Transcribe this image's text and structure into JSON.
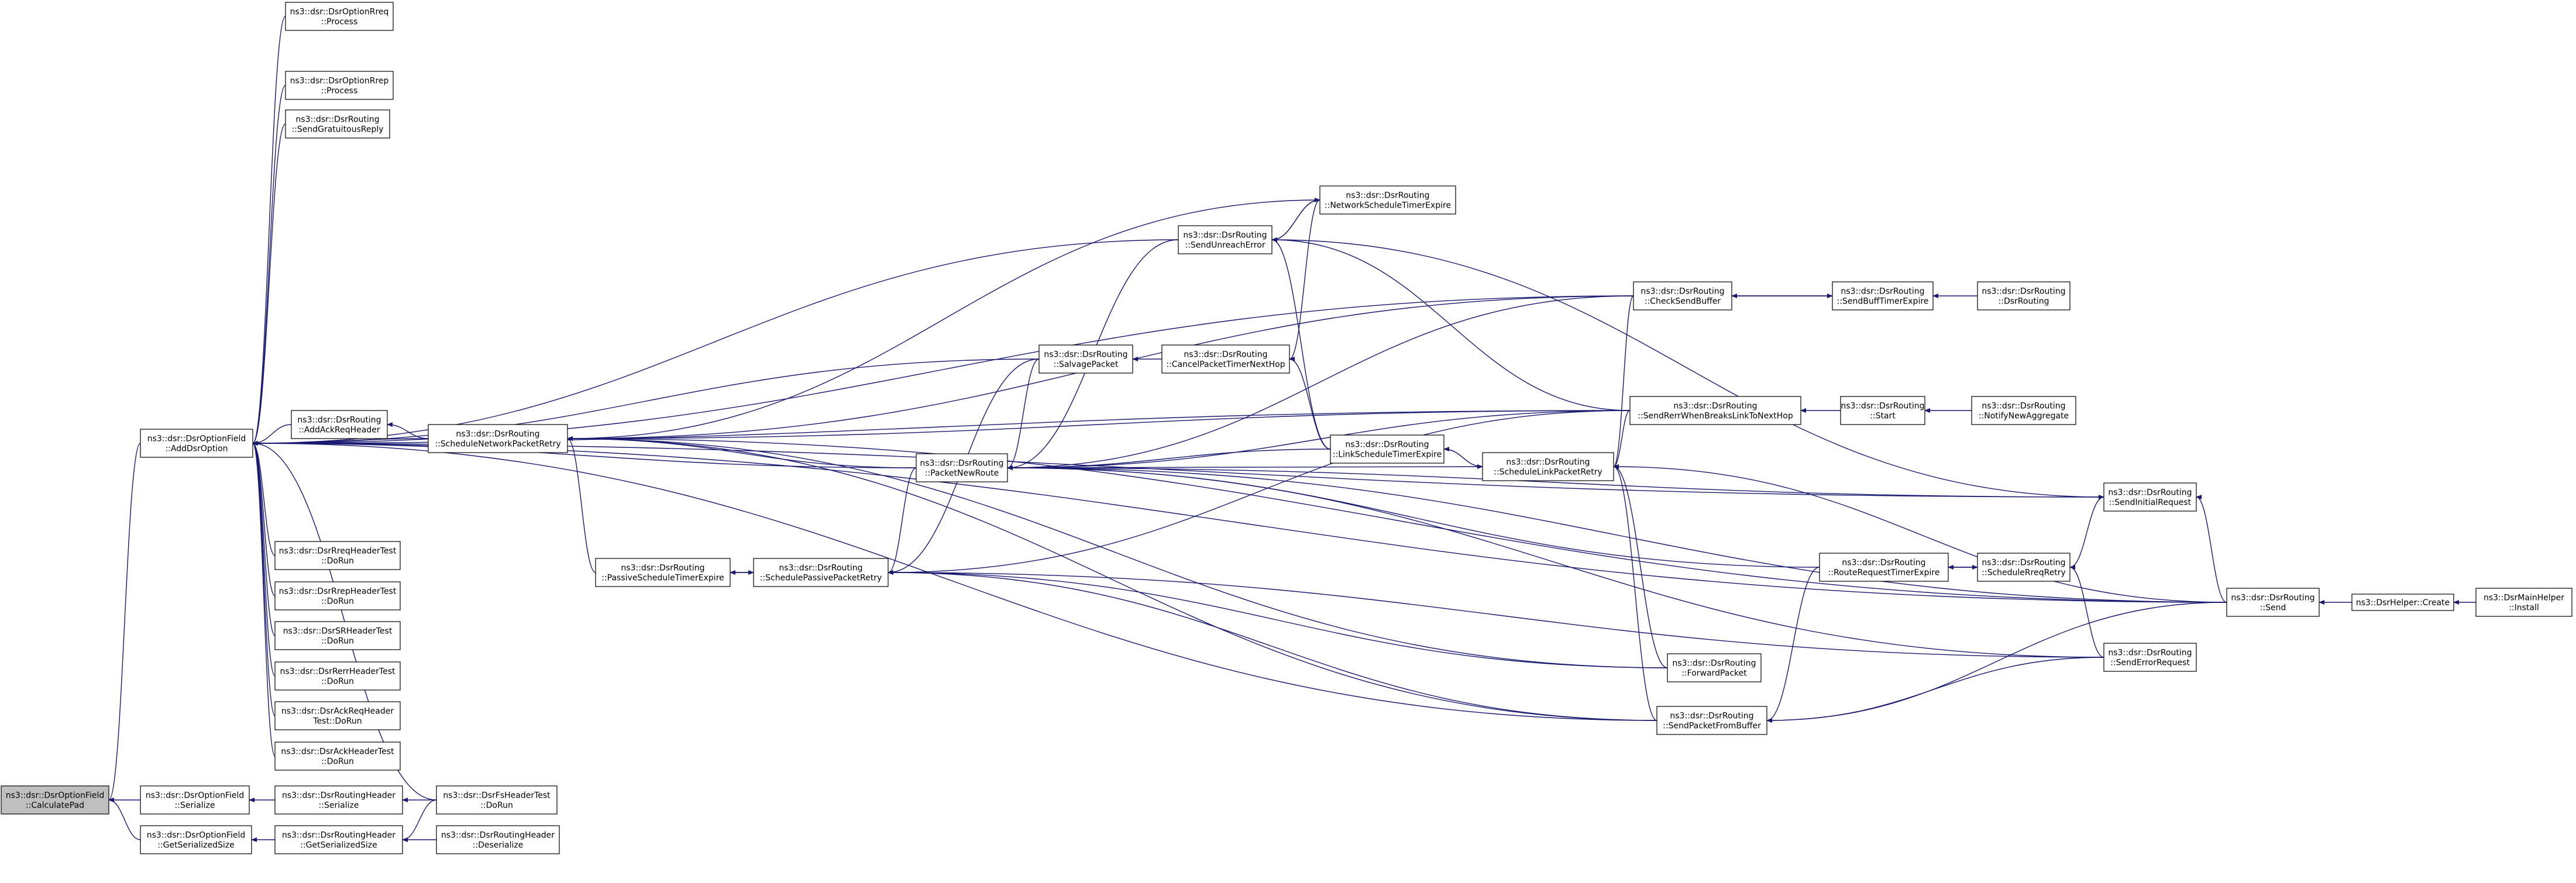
{
  "colors": {
    "edge": "#191970",
    "node_fill": "#ffffff",
    "highlight_fill": "#bfbfbf"
  },
  "nodes": [
    {
      "id": "calculatepad",
      "lines": [
        "ns3::dsr::DsrOptionField",
        "::CalculatePad"
      ],
      "highlight": true
    },
    {
      "id": "addoption",
      "lines": [
        "ns3::dsr::DsrOptionField",
        "::AddDsrOption"
      ]
    },
    {
      "id": "serialize_of",
      "lines": [
        "ns3::dsr::DsrOptionField",
        "::Serialize"
      ]
    },
    {
      "id": "getsersize_of",
      "lines": [
        "ns3::dsr::DsrOptionField",
        "::GetSerializedSize"
      ]
    },
    {
      "id": "rreq_process",
      "lines": [
        "ns3::dsr::DsrOptionRreq",
        "::Process"
      ]
    },
    {
      "id": "rrep_process",
      "lines": [
        "ns3::dsr::DsrOptionRrep",
        "::Process"
      ]
    },
    {
      "id": "sendgratuitous",
      "lines": [
        "ns3::dsr::DsrRouting",
        "::SendGratuitousReply"
      ]
    },
    {
      "id": "addackreq",
      "lines": [
        "ns3::dsr::DsrRouting",
        "::AddAckReqHeader"
      ]
    },
    {
      "id": "rreqtest",
      "lines": [
        "ns3::dsr::DsrRreqHeaderTest",
        "::DoRun"
      ]
    },
    {
      "id": "rreptest",
      "lines": [
        "ns3::dsr::DsrRrepHeaderTest",
        "::DoRun"
      ]
    },
    {
      "id": "srtest",
      "lines": [
        "ns3::dsr::DsrSRHeaderTest",
        "::DoRun"
      ]
    },
    {
      "id": "rerrtest",
      "lines": [
        "ns3::dsr::DsrRerrHeaderTest",
        "::DoRun"
      ]
    },
    {
      "id": "ackreqtest",
      "lines": [
        "ns3::dsr::DsrAckReqHeader",
        "Test::DoRun"
      ]
    },
    {
      "id": "acktest",
      "lines": [
        "ns3::dsr::DsrAckHeaderTest",
        "::DoRun"
      ]
    },
    {
      "id": "rh_serialize",
      "lines": [
        "ns3::dsr::DsrRoutingHeader",
        "::Serialize"
      ]
    },
    {
      "id": "rh_getsersize",
      "lines": [
        "ns3::dsr::DsrRoutingHeader",
        "::GetSerializedSize"
      ]
    },
    {
      "id": "fstest",
      "lines": [
        "ns3::dsr::DsrFsHeaderTest",
        "::DoRun"
      ]
    },
    {
      "id": "rh_deserialize",
      "lines": [
        "ns3::dsr::DsrRoutingHeader",
        "::Deserialize"
      ]
    },
    {
      "id": "schednetretry",
      "lines": [
        "ns3::dsr::DsrRouting",
        "::ScheduleNetworkPacketRetry"
      ]
    },
    {
      "id": "passivetimer",
      "lines": [
        "ns3::dsr::DsrRouting",
        "::PassiveScheduleTimerExpire"
      ]
    },
    {
      "id": "schedpassive",
      "lines": [
        "ns3::dsr::DsrRouting",
        "::SchedulePassivePacketRetry"
      ]
    },
    {
      "id": "packetnewroute",
      "lines": [
        "ns3::dsr::DsrRouting",
        "::PacketNewRoute"
      ]
    },
    {
      "id": "salvage",
      "lines": [
        "ns3::dsr::DsrRouting",
        "::SalvagePacket"
      ]
    },
    {
      "id": "cancelnexthop",
      "lines": [
        "ns3::dsr::DsrRouting",
        "::CancelPacketTimerNextHop"
      ]
    },
    {
      "id": "sendunreach",
      "lines": [
        "ns3::dsr::DsrRouting",
        "::SendUnreachError"
      ]
    },
    {
      "id": "netschedtimer",
      "lines": [
        "ns3::dsr::DsrRouting",
        "::NetworkScheduleTimerExpire"
      ]
    },
    {
      "id": "linktimer",
      "lines": [
        "ns3::dsr::DsrRouting",
        "::LinkScheduleTimerExpire"
      ]
    },
    {
      "id": "schedlinkretry",
      "lines": [
        "ns3::dsr::DsrRouting",
        "::ScheduleLinkPacketRetry"
      ]
    },
    {
      "id": "checksendbuffer",
      "lines": [
        "ns3::dsr::DsrRouting",
        "::CheckSendBuffer"
      ]
    },
    {
      "id": "sendrerr",
      "lines": [
        "ns3::dsr::DsrRouting",
        "::SendRerrWhenBreaksLinkToNextHop"
      ]
    },
    {
      "id": "forwardpacket",
      "lines": [
        "ns3::dsr::DsrRouting",
        "::ForwardPacket"
      ]
    },
    {
      "id": "sendfrombuffer",
      "lines": [
        "ns3::dsr::DsrRouting",
        "::SendPacketFromBuffer"
      ]
    },
    {
      "id": "sendbufftimer",
      "lines": [
        "ns3::dsr::DsrRouting",
        "::SendBuffTimerExpire"
      ]
    },
    {
      "id": "dsrrouting",
      "lines": [
        "ns3::dsr::DsrRouting",
        "::DsrRouting"
      ]
    },
    {
      "id": "start",
      "lines": [
        "ns3::dsr::DsrRouting",
        "::Start"
      ]
    },
    {
      "id": "notifyagg",
      "lines": [
        "ns3::dsr::DsrRouting",
        "::NotifyNewAggregate"
      ]
    },
    {
      "id": "routereqtimer",
      "lines": [
        "ns3::dsr::DsrRouting",
        "::RouteRequestTimerExpire"
      ]
    },
    {
      "id": "schedrreq",
      "lines": [
        "ns3::dsr::DsrRouting",
        "::ScheduleRreqRetry"
      ]
    },
    {
      "id": "sendinitreq",
      "lines": [
        "ns3::dsr::DsrRouting",
        "::SendInitialRequest"
      ]
    },
    {
      "id": "senderrreq",
      "lines": [
        "ns3::dsr::DsrRouting",
        "::SendErrorRequest"
      ]
    },
    {
      "id": "send",
      "lines": [
        "ns3::dsr::DsrRouting",
        "::Send"
      ]
    },
    {
      "id": "helpercreate",
      "lines": [
        "ns3::DsrHelper::Create"
      ]
    },
    {
      "id": "mainhelper",
      "lines": [
        "ns3::DsrMainHelper",
        "::Install"
      ]
    }
  ],
  "edges": [
    [
      "addoption",
      "calculatepad"
    ],
    [
      "serialize_of",
      "calculatepad"
    ],
    [
      "getsersize_of",
      "calculatepad"
    ],
    [
      "rreq_process",
      "addoption"
    ],
    [
      "rrep_process",
      "addoption"
    ],
    [
      "sendgratuitous",
      "addoption"
    ],
    [
      "addackreq",
      "addoption"
    ],
    [
      "rreqtest",
      "addoption"
    ],
    [
      "rreptest",
      "addoption"
    ],
    [
      "srtest",
      "addoption"
    ],
    [
      "rerrtest",
      "addoption"
    ],
    [
      "ackreqtest",
      "addoption"
    ],
    [
      "acktest",
      "addoption"
    ],
    [
      "fstest",
      "addoption"
    ],
    [
      "schednetretry",
      "addoption"
    ],
    [
      "packetnewroute",
      "addoption"
    ],
    [
      "salvage",
      "addoption"
    ],
    [
      "sendunreach",
      "addoption"
    ],
    [
      "checksendbuffer",
      "addoption"
    ],
    [
      "sendinitreq",
      "addoption"
    ],
    [
      "sendfrombuffer",
      "addoption"
    ],
    [
      "send",
      "addoption"
    ],
    [
      "sendrerr",
      "addoption"
    ],
    [
      "rh_serialize",
      "serialize_of"
    ],
    [
      "fstest",
      "rh_serialize"
    ],
    [
      "rh_getsersize",
      "getsersize_of"
    ],
    [
      "fstest",
      "rh_getsersize"
    ],
    [
      "rh_deserialize",
      "rh_getsersize"
    ],
    [
      "schednetretry",
      "addackreq"
    ],
    [
      "packetnewroute",
      "schednetretry"
    ],
    [
      "netschedtimer",
      "schednetretry"
    ],
    [
      "passivetimer",
      "schednetretry"
    ],
    [
      "checksendbuffer",
      "schednetretry"
    ],
    [
      "sendrerr",
      "schednetretry"
    ],
    [
      "sendfrombuffer",
      "schednetretry"
    ],
    [
      "forwardpacket",
      "schednetretry"
    ],
    [
      "send",
      "schednetretry"
    ],
    [
      "schedpassive",
      "passivetimer"
    ],
    [
      "passivetimer",
      "schedpassive"
    ],
    [
      "packetnewroute",
      "schedpassive"
    ],
    [
      "salvage",
      "schedpassive"
    ],
    [
      "sendfrombuffer",
      "schedpassive"
    ],
    [
      "sendrerr",
      "schedpassive"
    ],
    [
      "forwardpacket",
      "schedpassive"
    ],
    [
      "senderrreq",
      "schedpassive"
    ],
    [
      "salvage",
      "packetnewroute"
    ],
    [
      "sendunreach",
      "packetnewroute"
    ],
    [
      "linktimer",
      "packetnewroute"
    ],
    [
      "schedlinkretry",
      "packetnewroute"
    ],
    [
      "checksendbuffer",
      "packetnewroute"
    ],
    [
      "sendrerr",
      "packetnewroute"
    ],
    [
      "routereqtimer",
      "packetnewroute"
    ],
    [
      "sendinitreq",
      "packetnewroute"
    ],
    [
      "send",
      "packetnewroute"
    ],
    [
      "senderrreq",
      "packetnewroute"
    ],
    [
      "cancelnexthop",
      "salvage"
    ],
    [
      "netschedtimer",
      "cancelnexthop"
    ],
    [
      "linktimer",
      "cancelnexthop"
    ],
    [
      "netschedtimer",
      "sendunreach"
    ],
    [
      "sendunreach",
      "netschedtimer"
    ],
    [
      "linktimer",
      "sendunreach"
    ],
    [
      "sendrerr",
      "sendunreach"
    ],
    [
      "sendinitreq",
      "sendunreach"
    ],
    [
      "schedlinkretry",
      "linktimer"
    ],
    [
      "linktimer",
      "schedlinkretry"
    ],
    [
      "sendrerr",
      "schedlinkretry"
    ],
    [
      "forwardpacket",
      "schedlinkretry"
    ],
    [
      "sendfrombuffer",
      "schedlinkretry"
    ],
    [
      "send",
      "schedlinkretry"
    ],
    [
      "checksendbuffer",
      "schedlinkretry"
    ],
    [
      "sendbufftimer",
      "checksendbuffer"
    ],
    [
      "checksendbuffer",
      "sendbufftimer"
    ],
    [
      "dsrrouting",
      "sendbufftimer"
    ],
    [
      "start",
      "sendrerr"
    ],
    [
      "notifyagg",
      "start"
    ],
    [
      "routereqtimer",
      "sendfrombuffer"
    ],
    [
      "senderrreq",
      "sendfrombuffer"
    ],
    [
      "send",
      "sendfrombuffer"
    ],
    [
      "schedrreq",
      "routereqtimer"
    ],
    [
      "routereqtimer",
      "schedrreq"
    ],
    [
      "senderrreq",
      "schedrreq"
    ],
    [
      "schedrreq",
      "sendinitreq"
    ],
    [
      "send",
      "sendinitreq"
    ],
    [
      "helpercreate",
      "send"
    ],
    [
      "mainhelper",
      "helpercreate"
    ]
  ]
}
